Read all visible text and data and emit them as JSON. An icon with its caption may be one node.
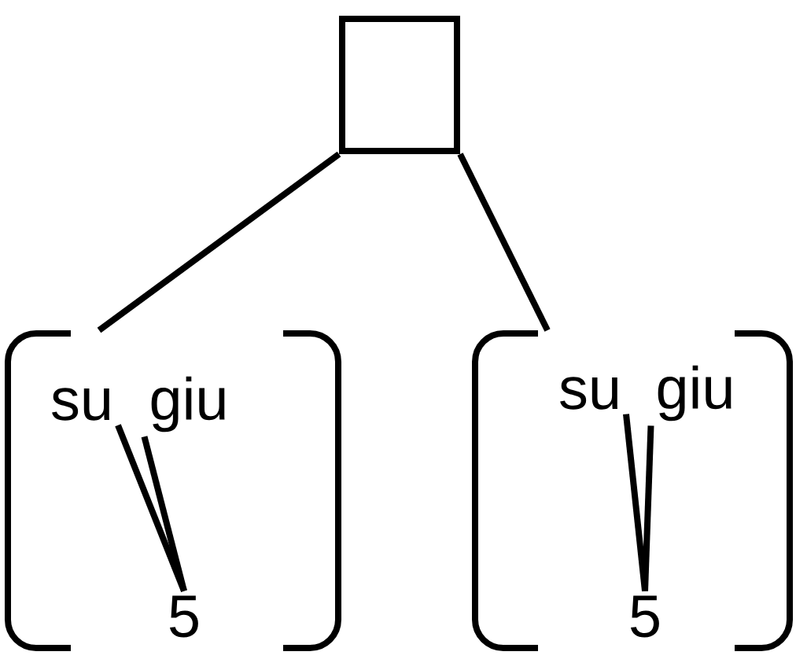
{
  "diagram": {
    "nodes": [
      {
        "text": [],
        "shape": "box"
      },
      {
        "text": [],
        "shape": "bracket"
      },
      {
        "text": [
          "su"
        ],
        "in": 1
      },
      {
        "text": [
          "giu"
        ],
        "in": 1
      },
      {
        "text": [
          "5"
        ],
        "in": 1
      },
      {
        "text": [],
        "shape": "bracket"
      },
      {
        "text": [
          "su"
        ],
        "in": 5
      },
      {
        "text": [
          "giu"
        ],
        "in": 5
      },
      {
        "text": [
          "5"
        ],
        "in": 5
      }
    ],
    "edges": [
      {
        "from": 0,
        "to": 1,
        "arrow": "none"
      },
      {
        "from": 0,
        "to": 5,
        "arrow": "none"
      },
      {
        "from": 2,
        "to": 4,
        "arrow": "none"
      },
      {
        "from": 3,
        "to": 4,
        "arrow": "none"
      },
      {
        "from": 6,
        "to": 8,
        "arrow": "none"
      },
      {
        "from": 7,
        "to": 8,
        "arrow": "none"
      }
    ]
  }
}
